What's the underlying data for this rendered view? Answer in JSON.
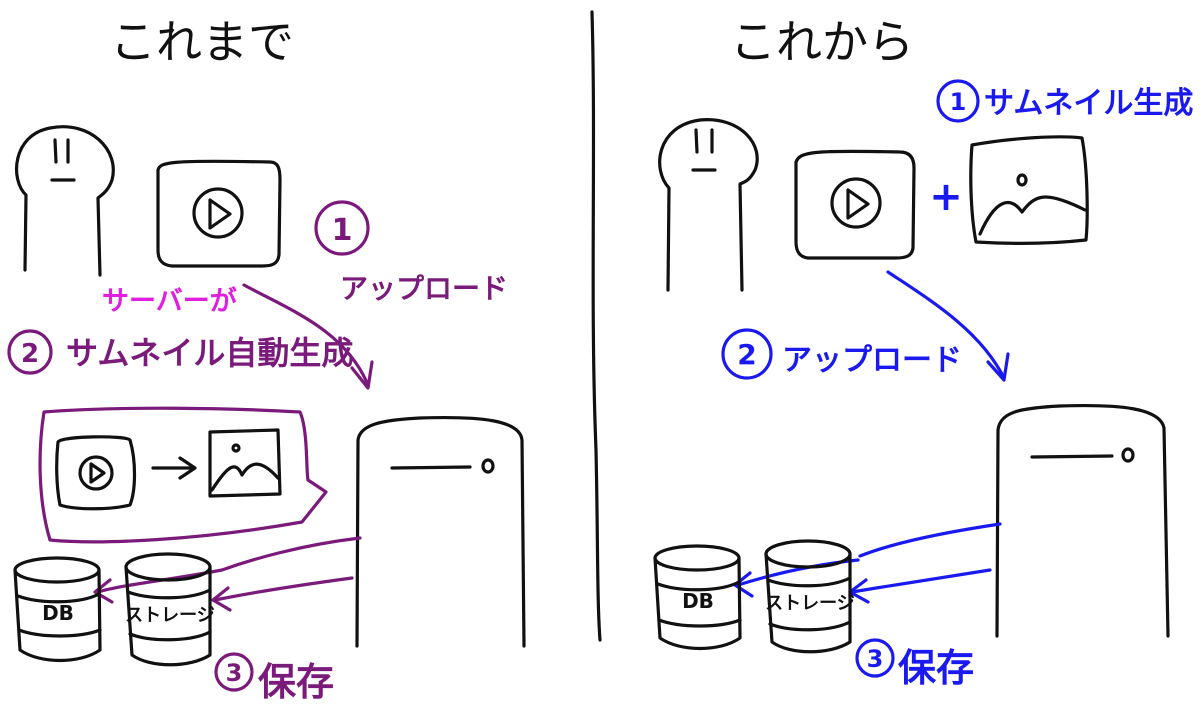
{
  "colors": {
    "black": "#111111",
    "purple": "#7a1a7a",
    "magenta": "#e01ee0",
    "blue": "#1a1af0"
  },
  "icons": [
    "person-icon",
    "play-button-icon",
    "image-icon",
    "server-icon",
    "database-icon",
    "storage-icon",
    "arrow-icon",
    "plus-icon"
  ],
  "left": {
    "title": "これまで",
    "step1_num": "1",
    "step1_label": "アップロード",
    "server_note": "サーバーが",
    "step2_num": "2",
    "step2_label": "サムネイル自動生成",
    "step3_num": "3",
    "step3_label": "保存",
    "db_label": "DB",
    "storage_label": "ストレージ"
  },
  "right": {
    "title": "これから",
    "step1_num": "1",
    "step1_label": "サムネイル生成",
    "plus": "+",
    "step2_num": "2",
    "step2_label": "アップロード",
    "step3_num": "3",
    "step3_label": "保存",
    "db_label": "DB",
    "storage_label": "ストレージ"
  }
}
